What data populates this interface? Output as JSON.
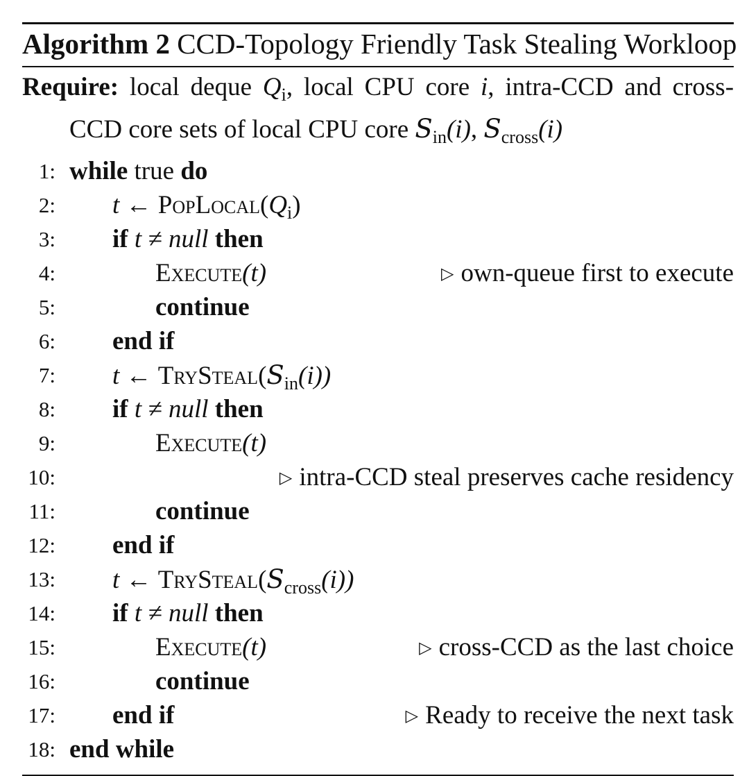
{
  "caption": {
    "label": "Algorithm 2",
    "title": "CCD-Topology Friendly Task Stealing Workloop"
  },
  "require": {
    "keyword": "Require:",
    "text_1": "local deque",
    "q": "Q",
    "i_sub": "i",
    "text_2": ", local CPU core",
    "core_var": "i",
    "text_3": ", intra-CCD and cross-CCD core sets of local CPU core",
    "set_symbol": "S",
    "in_sub": "in",
    "cross_sub": "cross",
    "arg": "(i)",
    "comma": ","
  },
  "lines": [
    {
      "n": "1:",
      "kw1": "while",
      "txt": "true",
      "kw2": "do"
    },
    {
      "n": "2:",
      "t": "t",
      "arrow": "←",
      "fn": "PopLocal",
      "arg_pre": "(",
      "q": "Q",
      "sub": "i",
      "arg_post": ")"
    },
    {
      "n": "3:",
      "kw1": "if",
      "cond": "t ≠ null",
      "kw2": "then"
    },
    {
      "n": "4:",
      "fn": "Execute",
      "arg": "(t)",
      "comment": "own-queue first to execute"
    },
    {
      "n": "5:",
      "kw": "continue"
    },
    {
      "n": "6:",
      "kw": "end if"
    },
    {
      "n": "7:",
      "t": "t",
      "arrow": "←",
      "fn": "TrySteal",
      "arg_pre": "(",
      "set": "S",
      "sub": "in",
      "arg_post": "(i))"
    },
    {
      "n": "8:",
      "kw1": "if",
      "cond": "t ≠ null",
      "kw2": "then"
    },
    {
      "n": "9:",
      "fn": "Execute",
      "arg": "(t)"
    },
    {
      "n": "10:",
      "comment": "intra-CCD steal preserves cache residency"
    },
    {
      "n": "11:",
      "kw": "continue"
    },
    {
      "n": "12:",
      "kw": "end if"
    },
    {
      "n": "13:",
      "t": "t",
      "arrow": "←",
      "fn": "TrySteal",
      "arg_pre": "(",
      "set": "S",
      "sub": "cross",
      "arg_post": "(i))"
    },
    {
      "n": "14:",
      "kw1": "if",
      "cond": "t ≠ null",
      "kw2": "then"
    },
    {
      "n": "15:",
      "fn": "Execute",
      "arg": "(t)",
      "comment": "cross-CCD as the last choice"
    },
    {
      "n": "16:",
      "kw": "continue"
    },
    {
      "n": "17:",
      "kw": "end if",
      "comment": "Ready to receive the next task"
    },
    {
      "n": "18:",
      "kw": "end while"
    }
  ],
  "comment_marker": "▷"
}
